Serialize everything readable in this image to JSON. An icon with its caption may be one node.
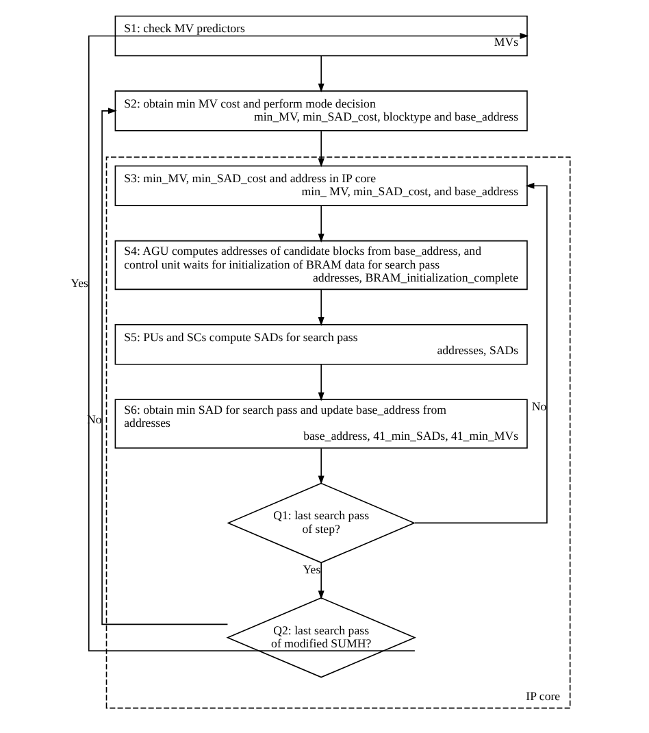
{
  "diagram": {
    "nodes": [
      {
        "text": [
          "S1: check MV predictors",
          "MVs"
        ]
      },
      {
        "text": [
          "S2: obtain min MV cost and perform mode decision",
          "min_MV, min_SAD_cost, blocktype and base_address"
        ]
      },
      {
        "text": [
          "IP core"
        ]
      },
      {
        "text": [
          "S3: min_MV, min_SAD_cost and address in IP core",
          "min_ MV, min_SAD_cost, and base_address"
        ],
        "in": 2
      },
      {
        "text": [
          "S4: AGU computes addresses of candidate blocks from base_address, and control unit waits for initialization of BRAM data for search pass",
          "addresses, BRAM_initialization_complete"
        ],
        "in": 2
      },
      {
        "text": [
          "S5: PUs and SCs compute SADs for search pass",
          "addresses, SADs"
        ],
        "in": 2
      },
      {
        "text": [
          "S6: obtain min SAD for search pass and update base_address from addresses",
          "base_address, 41_min_SADs, 41_min_MVs"
        ],
        "in": 2
      },
      {
        "text": [
          "Q1: last search pass of step?"
        ],
        "in": 2
      },
      {
        "text": [
          "Q2: last search pass of modified SUMH?"
        ],
        "in": 2
      }
    ],
    "edges": [
      {
        "from": 0,
        "to": 1,
        "arrow": "to"
      },
      {
        "from": 1,
        "to": 3,
        "arrow": "to"
      },
      {
        "from": 3,
        "to": 4,
        "arrow": "to"
      },
      {
        "from": 4,
        "to": 5,
        "arrow": "to"
      },
      {
        "from": 5,
        "to": 6,
        "arrow": "to"
      },
      {
        "from": 6,
        "to": 7,
        "arrow": "to"
      },
      {
        "from": 7,
        "to": 3,
        "arrow": "to",
        "label": "No"
      },
      {
        "from": 7,
        "to": 8,
        "arrow": "to",
        "label": "Yes"
      },
      {
        "from": 8,
        "to": 1,
        "arrow": "to",
        "label": "No"
      },
      {
        "from": 8,
        "to": 0,
        "arrow": "to",
        "label": "Yes"
      }
    ]
  }
}
